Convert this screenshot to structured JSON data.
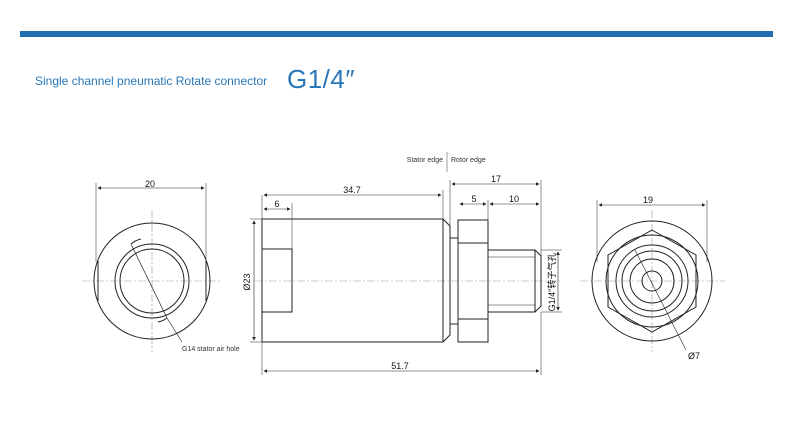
{
  "header": {
    "subtitle": "Single channel pneumatic Rotate connector",
    "title": "G1/4″",
    "accent_color": "#1f6fb2"
  },
  "legend": {
    "stator_edge": "Stator edge",
    "rotor_edge": "Rotor edge"
  },
  "left_view": {
    "width_dim": "20",
    "note": "G14 stator air hole"
  },
  "side_view": {
    "body_length": "34.7",
    "bore_depth": "6",
    "diameter": "Ø23",
    "rotor_length": "17",
    "flange": "5",
    "thread_length": "10",
    "thread_label": "G1/4\"转子气孔",
    "overall_length": "51.7"
  },
  "right_view": {
    "width_dim": "19",
    "bore_diameter": "Ø7"
  }
}
